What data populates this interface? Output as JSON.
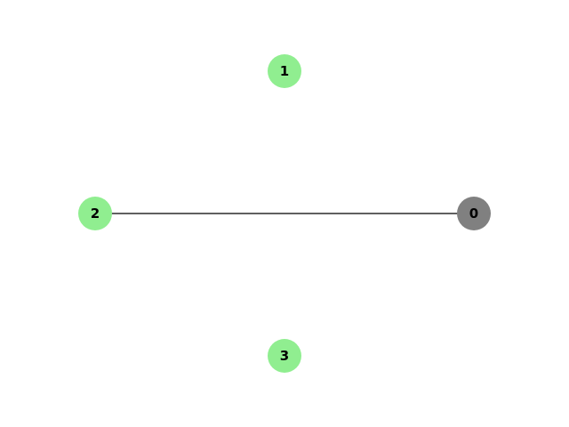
{
  "graph": {
    "colors": {
      "background": "#ffffff",
      "edge": "#000000",
      "node_default": "#90ee90",
      "node_highlight": "#808080",
      "label": "#000000"
    },
    "nodes": [
      {
        "id": "0",
        "label": "0",
        "color": "#808080"
      },
      {
        "id": "1",
        "label": "1",
        "color": "#90ee90"
      },
      {
        "id": "2",
        "label": "2",
        "color": "#90ee90"
      },
      {
        "id": "3",
        "label": "3",
        "color": "#90ee90"
      }
    ],
    "edges": [
      {
        "source": "2",
        "target": "0"
      }
    ]
  }
}
